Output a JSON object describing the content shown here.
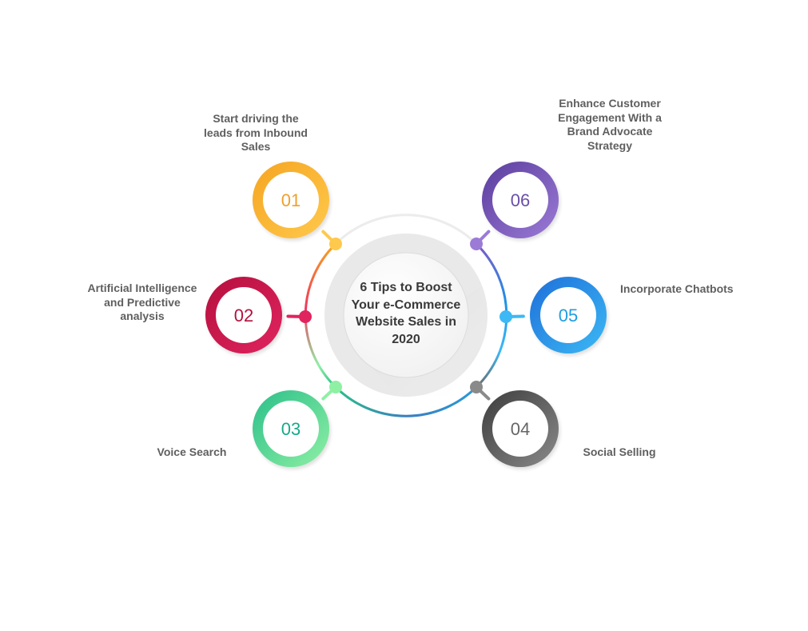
{
  "center_title": "6 Tips to Boost\nYour e-Commerce\nWebsite Sales in\n2020",
  "tips": [
    {
      "number": "01",
      "label": "Start driving the\nleads from Inbound\nSales",
      "color": "#f5a521",
      "color_light": "#ffc94d",
      "number_color": "#f0a02a"
    },
    {
      "number": "02",
      "label": "Artificial Intelligence\nand Predictive\nanalysis",
      "color": "#b5103e",
      "color_light": "#e0245e",
      "number_color": "#b5103e"
    },
    {
      "number": "03",
      "label": "Voice Search",
      "color": "#2bbf8a",
      "color_light": "#8ff0a4",
      "number_color": "#19a889"
    },
    {
      "number": "04",
      "label": "Social Selling",
      "color": "#3d3d3d",
      "color_light": "#8a8a8a",
      "number_color": "#666666"
    },
    {
      "number": "05",
      "label": "Incorporate Chatbots",
      "color": "#1e6fd9",
      "color_light": "#3cb9f5",
      "number_color": "#1e9ee0"
    },
    {
      "number": "06",
      "label": "Enhance Customer\nEngagement With a\nBrand Advocate\nStrategy",
      "color": "#5b3d9e",
      "color_light": "#9b7bd6",
      "number_color": "#6a4fa8"
    }
  ]
}
